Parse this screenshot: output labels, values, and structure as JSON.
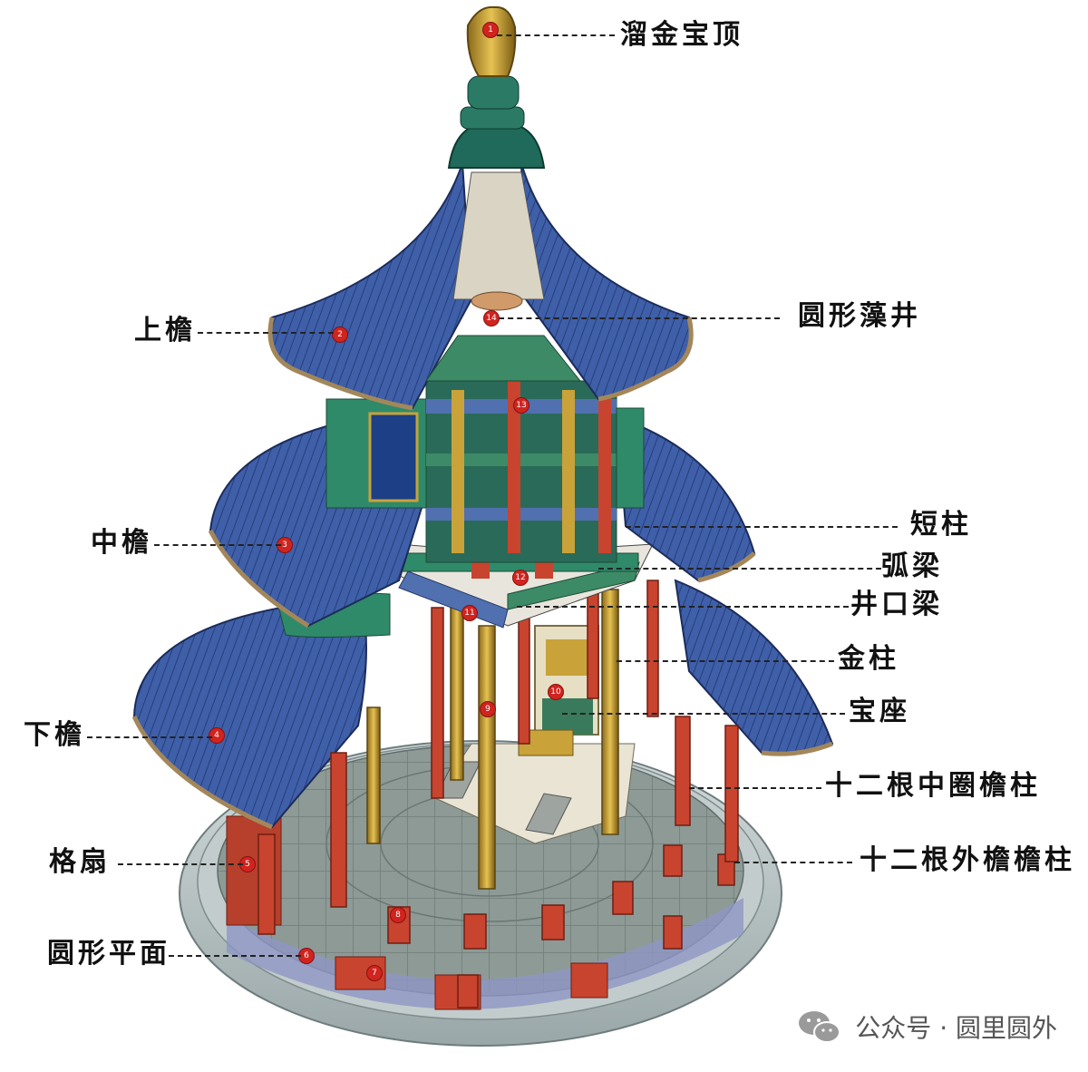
{
  "labels": {
    "finial": "溜金宝顶",
    "caisson": "圆形藻井",
    "upper_eave": "上檐",
    "short_column": "短柱",
    "middle_eave": "中檐",
    "arc_beam": "弧梁",
    "well_beam": "井口梁",
    "golden_column": "金柱",
    "throne": "宝座",
    "lower_eave": "下檐",
    "inner_columns": "十二根中圈檐柱",
    "lattice_door": "格扇",
    "outer_columns": "十二根外檐檐柱",
    "round_plan": "圆形平面"
  },
  "markers": [
    "1",
    "2",
    "3",
    "4",
    "5",
    "6",
    "7",
    "8",
    "9",
    "10",
    "11",
    "12",
    "13",
    "14"
  ],
  "watermark": {
    "icon": "wechat-icon",
    "text": "公众号 · 圆里圆外"
  },
  "colors": {
    "roof_blue": "#3f5fa8",
    "column_red": "#c8442e",
    "gold": "#c9a23a",
    "beam_green": "#2f8a6a",
    "base_stone": "#b9c3c4",
    "marker_red": "#d0241f"
  }
}
